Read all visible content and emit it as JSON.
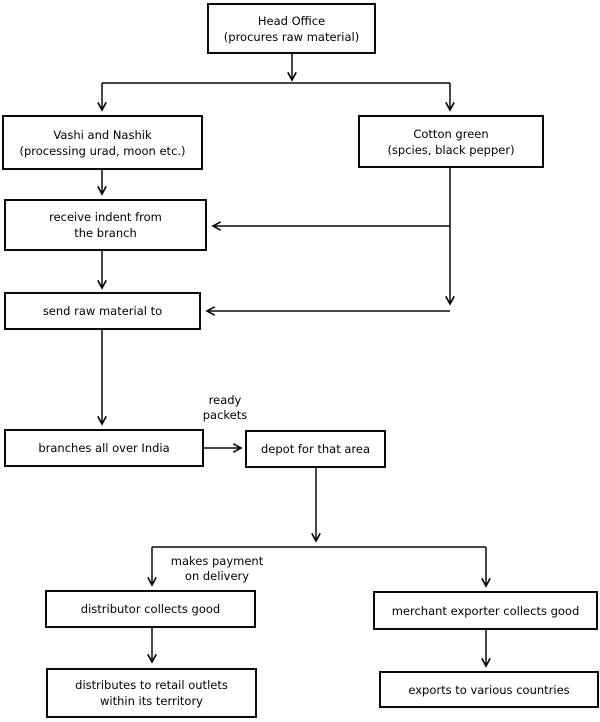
{
  "diagram": {
    "type": "flowchart",
    "colors": {
      "background": "#ffffff",
      "line": "#0a0a0a",
      "box_border": "#0a0a0a",
      "text": "#000000"
    },
    "nodes": [
      {
        "id": "head-office",
        "lines": [
          "Head Office",
          "(procures raw material)"
        ]
      },
      {
        "id": "vashi-nashik",
        "lines": [
          "Vashi and Nashik",
          "(processing urad, moon etc.)"
        ]
      },
      {
        "id": "cotton-green",
        "lines": [
          "Cotton green",
          "(spcies, black pepper)"
        ]
      },
      {
        "id": "receive-indent",
        "lines": [
          "receive indent from",
          "the branch"
        ]
      },
      {
        "id": "send-raw-material",
        "lines": [
          "send raw material to"
        ]
      },
      {
        "id": "branches-india",
        "lines": [
          "branches all over India"
        ]
      },
      {
        "id": "depot",
        "lines": [
          "depot for that area"
        ]
      },
      {
        "id": "distributor",
        "lines": [
          "distributor collects good"
        ]
      },
      {
        "id": "merchant-exporter",
        "lines": [
          "merchant exporter collects good"
        ]
      },
      {
        "id": "retail-outlets",
        "lines": [
          "distributes to retail outlets",
          "within its territory"
        ]
      },
      {
        "id": "exports",
        "lines": [
          "exports to various countries"
        ]
      }
    ],
    "edge_labels": [
      {
        "id": "ready-packets",
        "lines": [
          "ready",
          "packets"
        ]
      },
      {
        "id": "makes-payment",
        "lines": [
          "makes payment",
          "on delivery"
        ]
      }
    ],
    "edges": [
      {
        "from": "head-office",
        "to": "vashi-nashik"
      },
      {
        "from": "head-office",
        "to": "cotton-green"
      },
      {
        "from": "vashi-nashik",
        "to": "receive-indent"
      },
      {
        "from": "cotton-green",
        "to": "receive-indent"
      },
      {
        "from": "receive-indent",
        "to": "send-raw-material"
      },
      {
        "from": "cotton-green",
        "to": "send-raw-material"
      },
      {
        "from": "send-raw-material",
        "to": "branches-india"
      },
      {
        "from": "branches-india",
        "to": "depot",
        "label": "ready packets"
      },
      {
        "from": "depot",
        "to": "distributor",
        "label": "makes payment on delivery"
      },
      {
        "from": "depot",
        "to": "merchant-exporter"
      },
      {
        "from": "distributor",
        "to": "retail-outlets"
      },
      {
        "from": "merchant-exporter",
        "to": "exports"
      }
    ]
  }
}
